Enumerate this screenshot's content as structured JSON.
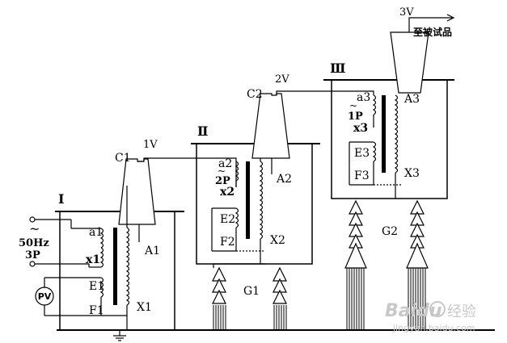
{
  "stages": {
    "s1": {
      "roman": "I",
      "top_in": "a1",
      "bot_in": "x1",
      "exc_top": "E1",
      "exc_bot": "F1",
      "hv_top": "A1",
      "hv_bot": "X1",
      "bushing": "C1",
      "out_v": "1V"
    },
    "s2": {
      "roman": "Ⅱ",
      "top_in": "a2",
      "tilde": "~",
      "p_label": "2P",
      "bot_in": "x2",
      "exc_top": "E2",
      "exc_bot": "F2",
      "hv_top": "A2",
      "hv_bot": "X2",
      "bushing": "C2",
      "out_v": "2V"
    },
    "s3": {
      "roman": "Ⅲ",
      "top_in": "a3",
      "tilde": "~",
      "p_label": "1P",
      "bot_in": "x3",
      "exc_top": "E3",
      "exc_bot": "F3",
      "hv_top": "A3",
      "hv_bot": "X3",
      "out_v": "3V"
    }
  },
  "source": {
    "symbol": "~",
    "freq": "50Hz",
    "phase": "3P"
  },
  "meter": {
    "label": "PV"
  },
  "supports": {
    "g1": "G1",
    "g2": "G2"
  },
  "output_note": "至被试品",
  "watermark": {
    "brand": "Baidu",
    "suffix": "经验",
    "url": "jingyan.baidu.com"
  }
}
